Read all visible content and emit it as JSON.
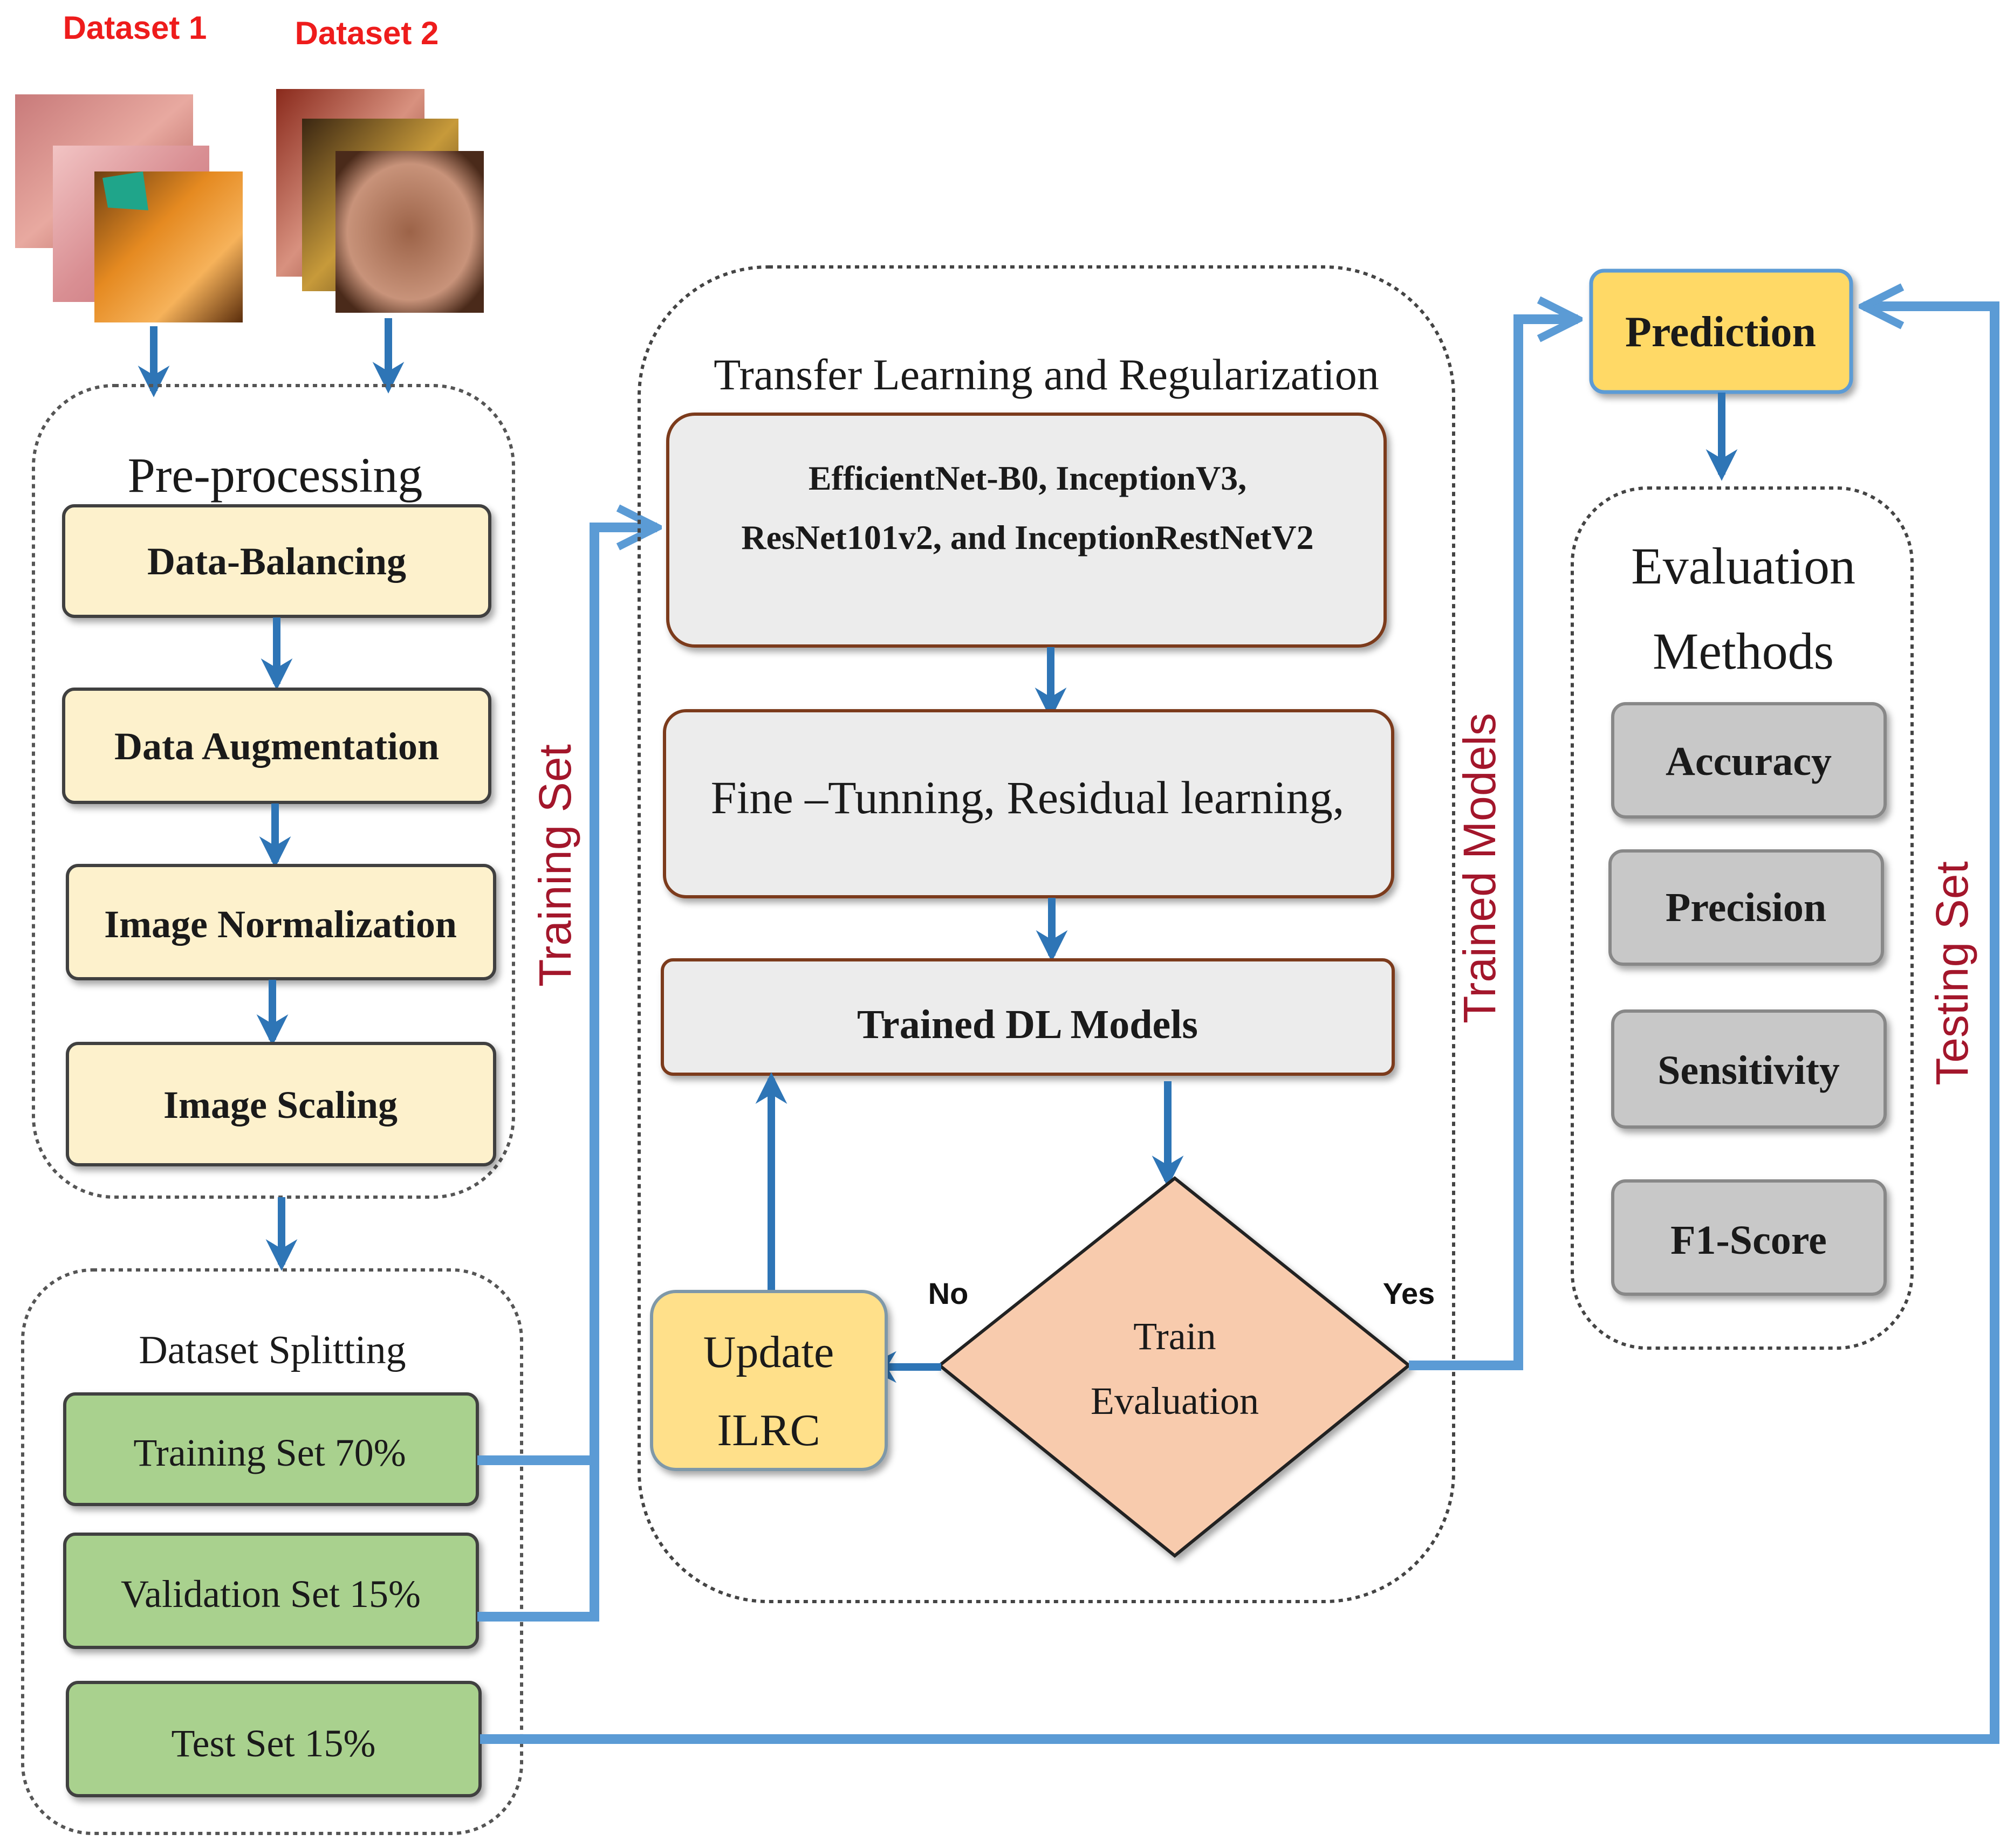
{
  "datasets": {
    "d1": "Dataset 1",
    "d2": "Dataset 2"
  },
  "preprocessing": {
    "title": "Pre-processing",
    "steps": [
      "Data-Balancing",
      "Data Augmentation",
      "Image Normalization",
      "Image Scaling"
    ]
  },
  "splitting": {
    "title": "Dataset Splitting",
    "sets": [
      "Training Set 70%",
      "Validation Set 15%",
      "Test Set 15%"
    ]
  },
  "transfer": {
    "title": "Transfer Learning and Regularization",
    "models_line1": "EfficientNet-B0, InceptionV3,",
    "models_line2": "ResNet101v2, and InceptionRestNetV2",
    "finetune": "Fine –Tunning, Residual learning,",
    "trained": "Trained DL Models"
  },
  "decision": {
    "line1": "Train",
    "line2": "Evaluation",
    "no": "No",
    "yes": "Yes"
  },
  "update": {
    "line1": "Update",
    "line2": "ILRC"
  },
  "prediction": "Prediction",
  "evaluation": {
    "title1": "Evaluation",
    "title2": "Methods",
    "metrics": [
      "Accuracy",
      "Precision",
      "Sensitivity",
      "F1-Score"
    ]
  },
  "side_labels": {
    "training": "Training Set",
    "trained_models": "Trained Models",
    "testing": "Testing Set"
  },
  "colors": {
    "arrow": "#5b9bd5",
    "prep_fill": "#fdf1cc",
    "split_fill": "#a9d18e",
    "gray_fill": "#ececec",
    "brown_border": "#7b3b1c",
    "yellow_fill": "#ffd966",
    "diamond_fill": "#f8cbad"
  },
  "icons": [
    "endoscopy-image-stack-1",
    "endoscopy-image-stack-2"
  ]
}
